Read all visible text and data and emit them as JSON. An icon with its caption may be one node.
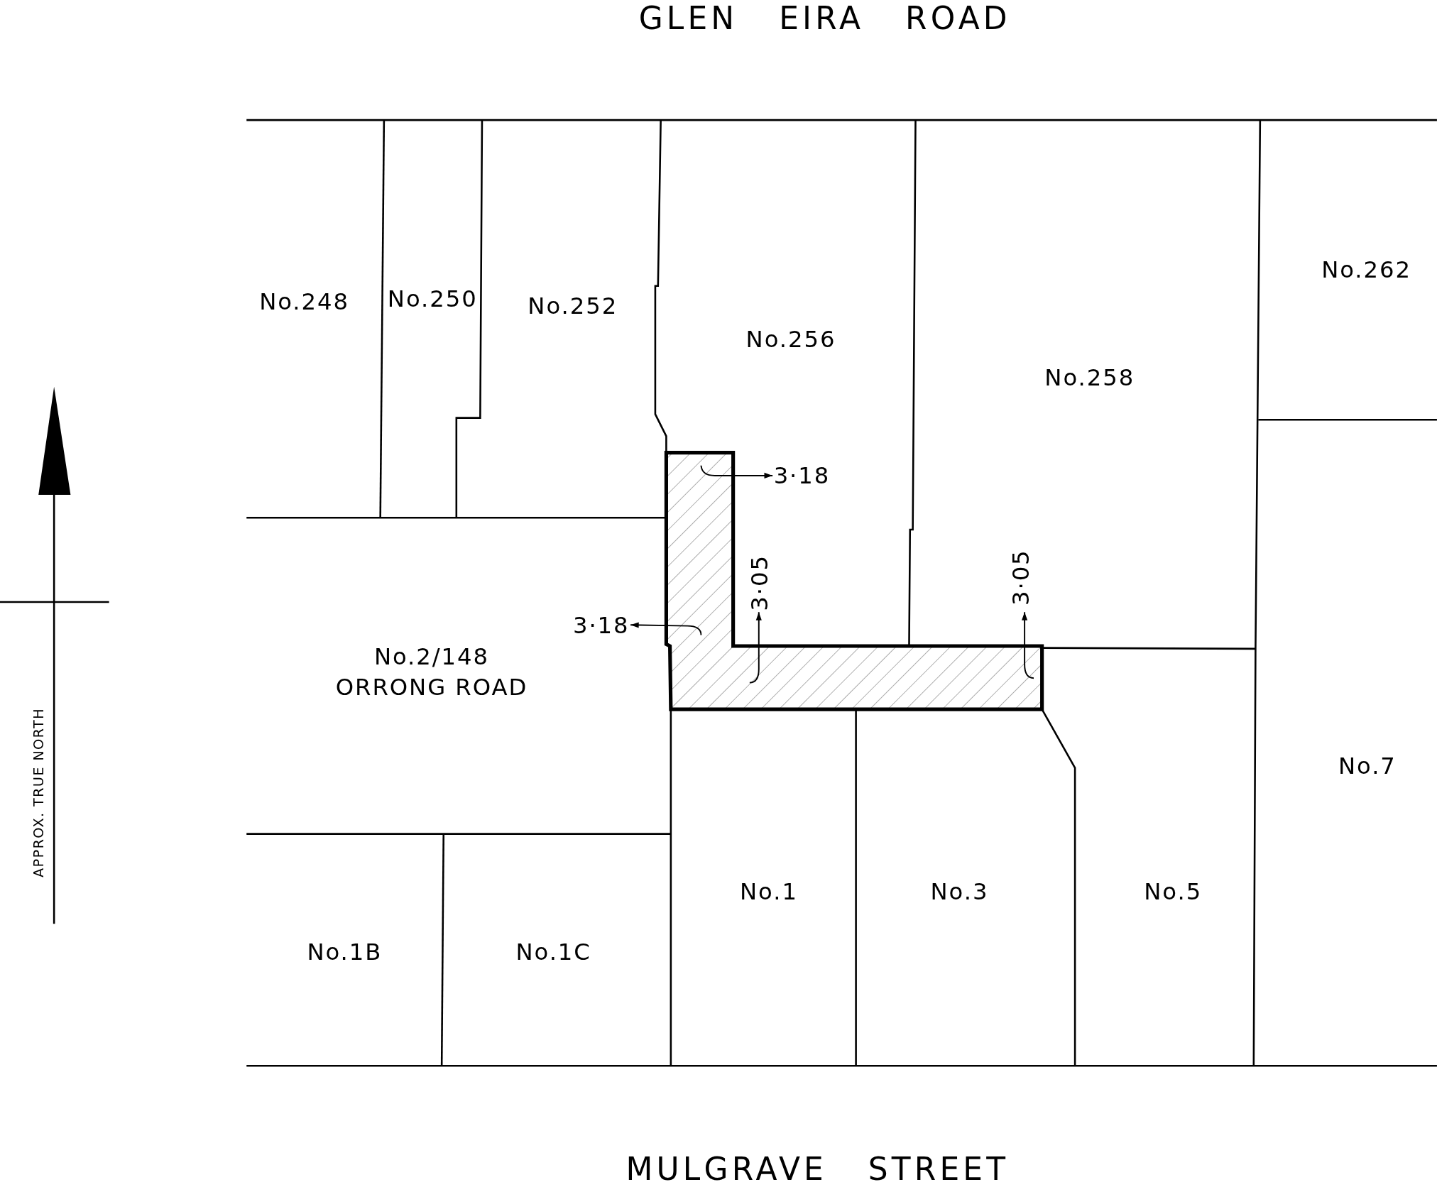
{
  "diagram": {
    "nodes": [
      {
        "text": [
          "No.248"
        ]
      },
      {
        "text": [
          "No.250"
        ]
      },
      {
        "text": [
          "No.252"
        ]
      },
      {
        "text": [
          "No.256"
        ]
      },
      {
        "text": [
          "No.258"
        ]
      },
      {
        "text": [
          "No.262"
        ]
      },
      {
        "text": [
          "No.2/148 ORRONG ROAD"
        ]
      },
      {
        "text": [
          "No.7"
        ]
      },
      {
        "text": [
          "No.1"
        ]
      },
      {
        "text": [
          "No.3"
        ]
      },
      {
        "text": [
          "No.5"
        ]
      },
      {
        "text": [
          "No.1B"
        ]
      },
      {
        "text": [
          "No.1C"
        ]
      }
    ],
    "edges": [],
    "labels": [
      "GLEN EIRA ROAD",
      "3·18",
      "3·05",
      "3·18",
      "3·05",
      "APPROX. TRUE NORTH",
      "MULGRAVE STREET"
    ]
  }
}
